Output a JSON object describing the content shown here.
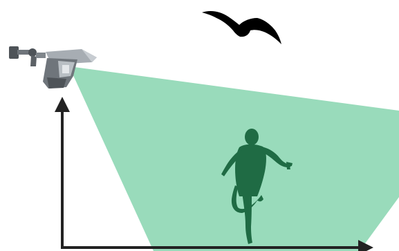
{
  "diagram": {
    "elements": {
      "sensor": "motion-sensor-device",
      "detection_zone": "detection-cone",
      "person": "running-person",
      "bird": "flying-bird",
      "vertical_axis": "height-axis",
      "horizontal_axis": "ground-axis"
    },
    "colors": {
      "background": "#ffffff",
      "detection_zone": "#99dbbb",
      "person": "#1f6b44",
      "bird": "#000000",
      "axis": "#222222",
      "sensor_body": "#6f757b",
      "sensor_dark": "#4e5358",
      "sensor_light": "#a7adb3"
    }
  }
}
